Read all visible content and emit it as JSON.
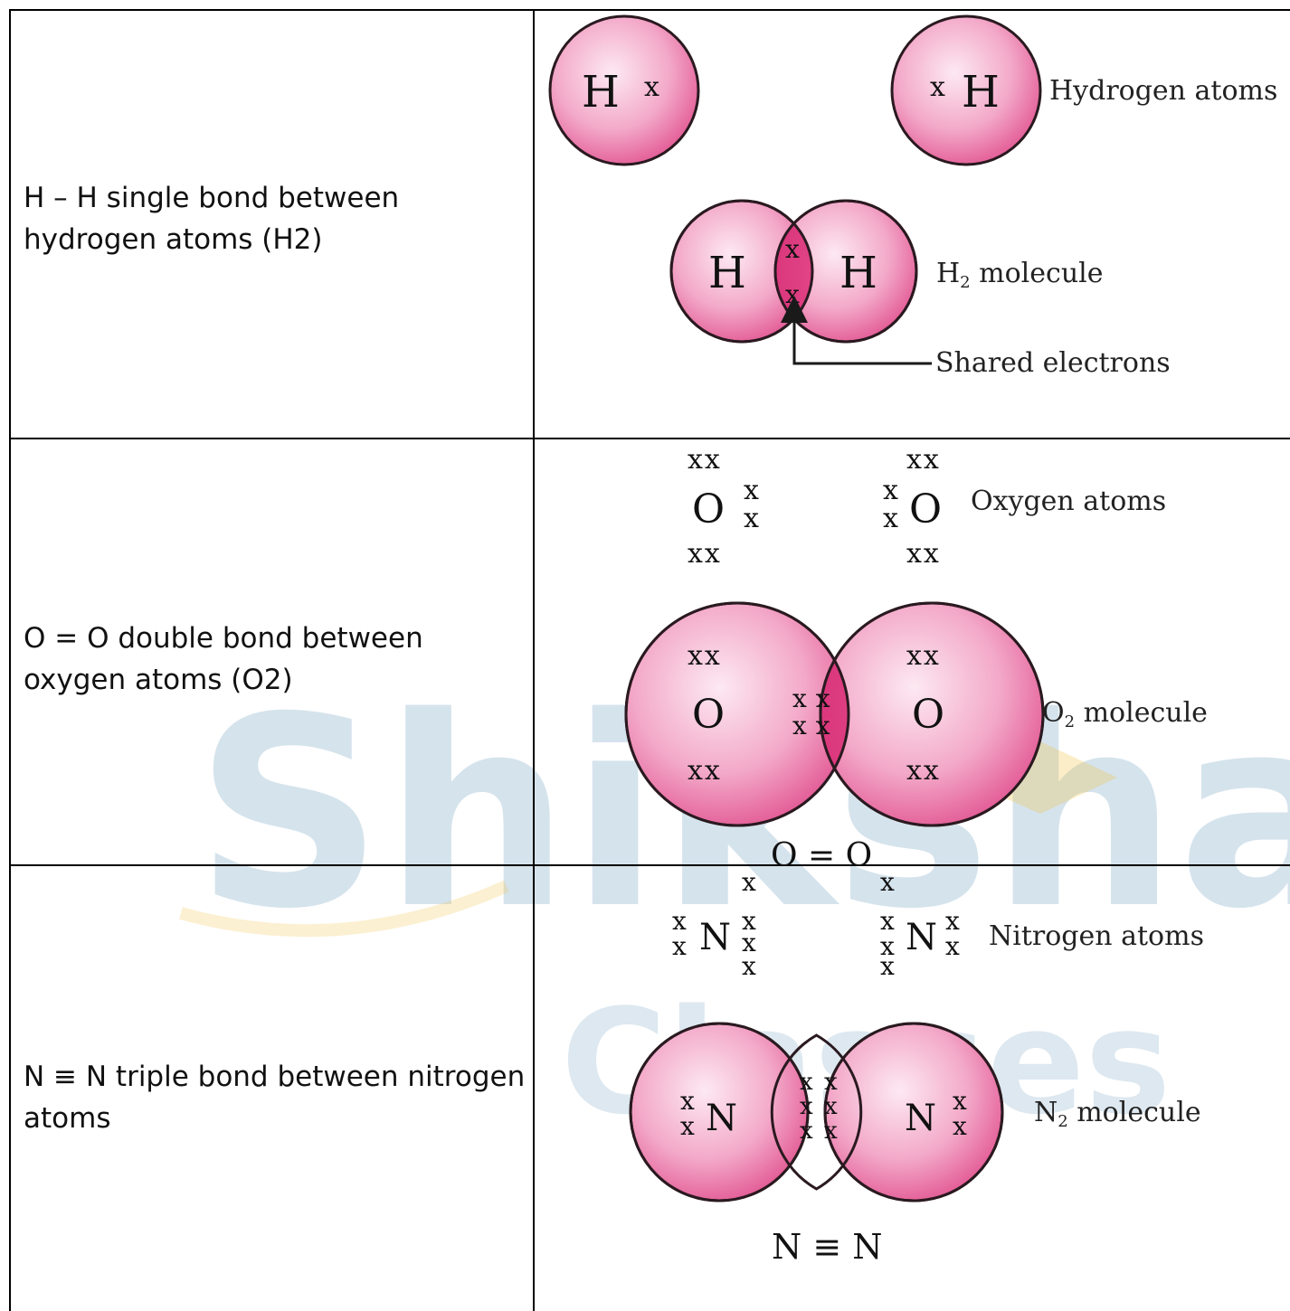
{
  "watermark": {
    "line1": "Shiksha",
    "line2": "Classes"
  },
  "rows": [
    {
      "description": " H – H single bond between hydrogen atoms (H2)",
      "diagram": {
        "atom_symbol": "H",
        "electron": "x",
        "atoms_label": "Hydrogen atoms",
        "molecule_label_main": "H",
        "molecule_label_sub": "2",
        "molecule_label_rest": " molecule",
        "shared_label": "Shared electrons"
      }
    },
    {
      "description": "O = O double bond between oxygen atoms (O2)",
      "diagram": {
        "atom_symbol": "O",
        "electron": "x",
        "electron_pair": "xx",
        "atoms_label": "Oxygen atoms",
        "molecule_label_main": "O",
        "molecule_label_sub": "2",
        "molecule_label_rest": " molecule",
        "bond_formula": "O = O"
      }
    },
    {
      "description": "N ≡ N triple bond between nitrogen atoms",
      "diagram": {
        "atom_symbol": "N",
        "electron": "x",
        "atoms_label": "Nitrogen atoms",
        "molecule_label_main": "N",
        "molecule_label_sub": "2",
        "molecule_label_rest": " molecule",
        "bond_formula": "N ≡ N"
      }
    }
  ],
  "colors": {
    "atom_light": "#fbe0ec",
    "atom_dark": "#e2558f",
    "overlap": "#e23d86",
    "outline": "#2a1a20",
    "watermark_blue": "#6a9cbd",
    "watermark_gold": "#f2c24a"
  }
}
